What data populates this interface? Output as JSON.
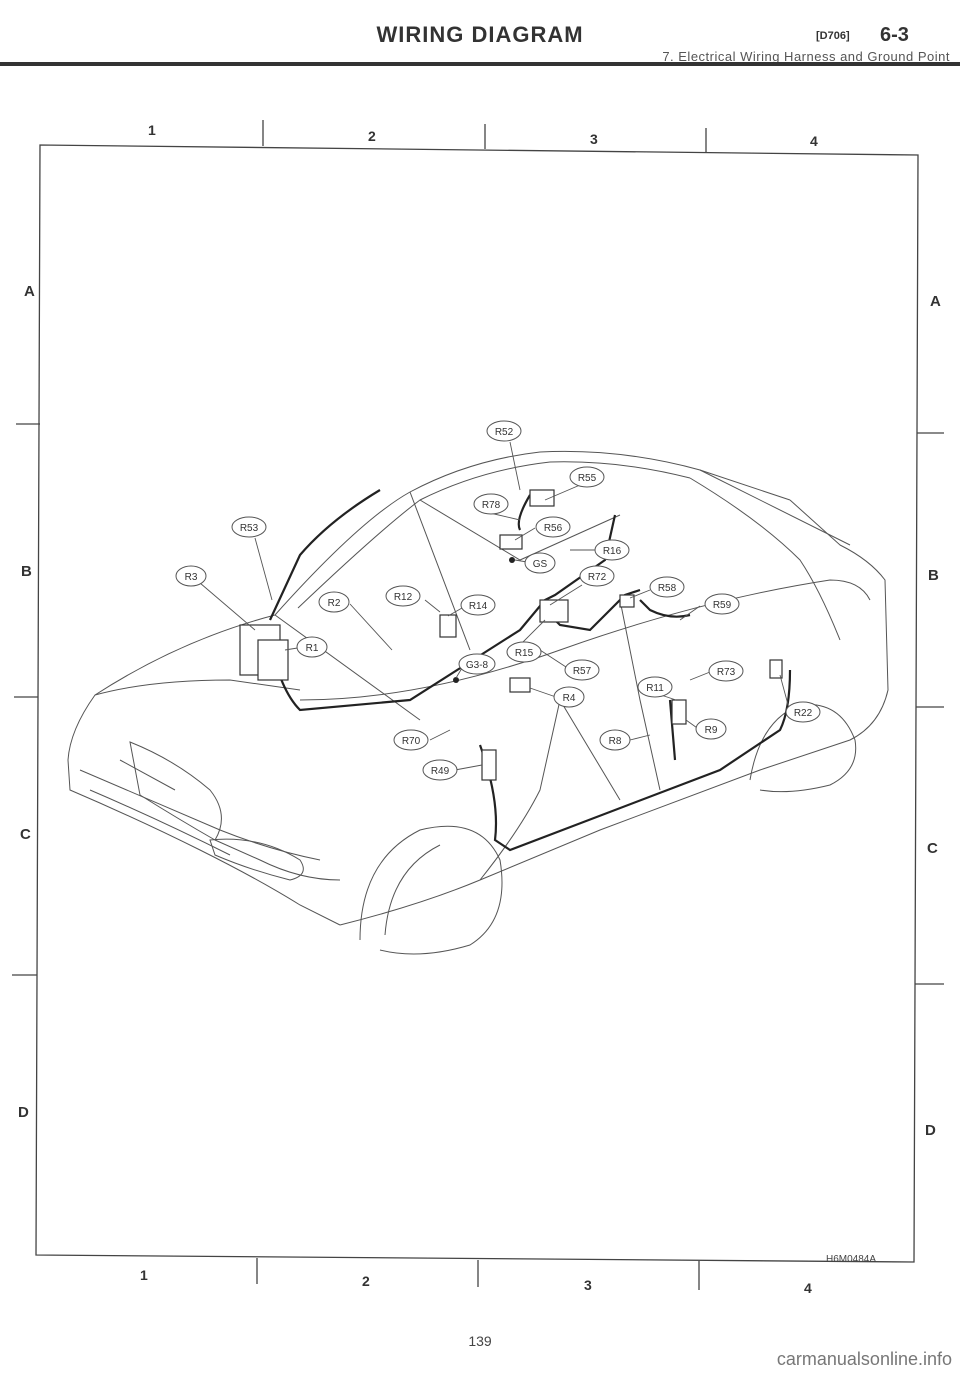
{
  "header": {
    "title": "WIRING DIAGRAM",
    "code": "[D706]",
    "section": "6-3",
    "subtitle": "7. Electrical Wiring Harness and Ground Point"
  },
  "grid": {
    "columns": [
      "1",
      "2",
      "3",
      "4"
    ],
    "rows": [
      "A",
      "B",
      "C",
      "D"
    ]
  },
  "connectors": {
    "R52": "R52",
    "R55": "R55",
    "R78": "R78",
    "R56": "R56",
    "GS": "GS",
    "R16": "R16",
    "R53": "R53",
    "R3": "R3",
    "R72": "R72",
    "R58": "R58",
    "R59": "R59",
    "R2": "R2",
    "R12": "R12",
    "R14": "R14",
    "R1": "R1",
    "R15": "R15",
    "G8": "G3-8",
    "R57": "R57",
    "R4": "R4",
    "R73": "R73",
    "R11": "R11",
    "R22": "R22",
    "R70": "R70",
    "R8": "R8",
    "R9": "R9",
    "R49": "R49"
  },
  "figure_code": "H6M0484A",
  "page_number": "139",
  "watermark": "carmanualsonline.info"
}
